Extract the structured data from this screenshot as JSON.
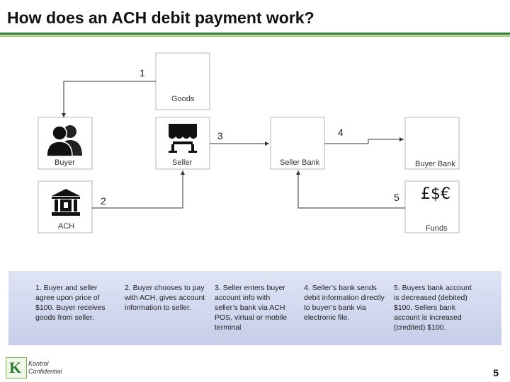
{
  "title": "How does an ACH debit payment work?",
  "nodes": {
    "goods": "Goods",
    "buyer": "Buyer",
    "seller": "Seller",
    "seller_bank": "Seller Bank",
    "buyer_bank": "Buyer Bank",
    "ach": "ACH",
    "funds": "Funds"
  },
  "step_numbers": {
    "s1": "1",
    "s2": "2",
    "s3": "3",
    "s4": "4",
    "s5": "5"
  },
  "currency_glyphs": "£$€",
  "notes": [
    "1. Buyer and seller agree upon price of $100. Buyer receives goods from seller.",
    "2. Buyer chooses to pay with ACH, gives account information to seller.",
    "3. Seller enters buyer account info with seller’s bank via ACH POS, virtual or mobile terminal",
    "4. Seller’s bank sends debit information directly to buyer’s bank via electronic file.",
    "5. Buyers bank account is decreased (debited) $100. Sellers bank account is increased (credited) $100."
  ],
  "footer": {
    "company": "Kontrol",
    "confidential": "Confidential",
    "page": "5"
  },
  "colors": {
    "accent_dark": "#2e7d32",
    "accent_light": "#9ccc65",
    "notes_bg": "#c9d1ec"
  }
}
